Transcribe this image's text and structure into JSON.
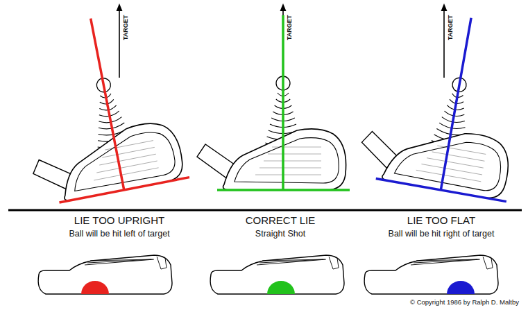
{
  "diagram": {
    "labels": [
      "TARGET",
      "TARGET",
      "TARGET",
      "LIE TOO UPRIGHT",
      "Ball will be hit left of target",
      "CORRECT LIE",
      "Straight Shot",
      "LIE TOO FLAT",
      "Ball will be hit right of target",
      "© Copyright 1986 by Ralph D. Maltby"
    ]
  }
}
